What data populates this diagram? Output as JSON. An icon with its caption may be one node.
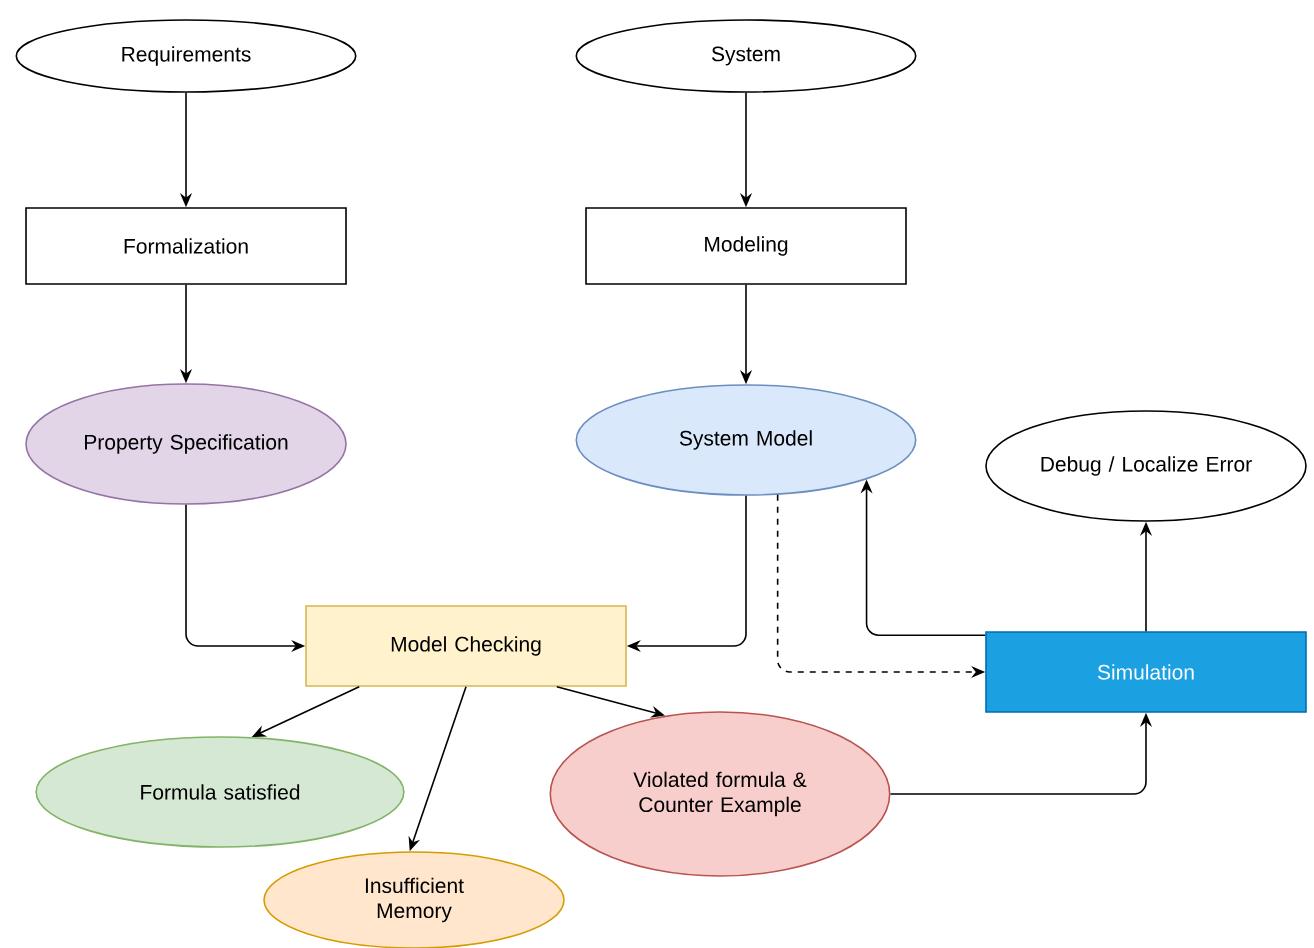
{
  "diagram": {
    "nodes": [
      {
        "text": [
          "Requirements"
        ]
      },
      {
        "text": [
          "System"
        ]
      },
      {
        "text": [
          "Formalization"
        ]
      },
      {
        "text": [
          "Modeling"
        ]
      },
      {
        "text": [
          "Property Specification"
        ]
      },
      {
        "text": [
          "System Model"
        ]
      },
      {
        "text": [
          "Debug / Localize Error"
        ]
      },
      {
        "text": [
          "Model Checking"
        ]
      },
      {
        "text": [
          "Simulation"
        ]
      },
      {
        "text": [
          "Formula satisfied"
        ]
      },
      {
        "text": [
          "Insufficient Memory"
        ]
      },
      {
        "text": [
          "Violated formula & Counter Example"
        ]
      }
    ],
    "edges": [
      {
        "from": 0,
        "to": 2,
        "arrow": "to"
      },
      {
        "from": 2,
        "to": 4,
        "arrow": "to"
      },
      {
        "from": 4,
        "to": 7,
        "arrow": "to"
      },
      {
        "from": 1,
        "to": 3,
        "arrow": "to"
      },
      {
        "from": 3,
        "to": 5,
        "arrow": "to"
      },
      {
        "from": 5,
        "to": 7,
        "arrow": "to"
      },
      {
        "from": 7,
        "to": 9,
        "arrow": "to"
      },
      {
        "from": 7,
        "to": 10,
        "arrow": "to"
      },
      {
        "from": 7,
        "to": 11,
        "arrow": "to"
      },
      {
        "from": 11,
        "to": 8,
        "arrow": "to"
      },
      {
        "from": 8,
        "to": 6,
        "arrow": "to"
      },
      {
        "from": 8,
        "to": 5,
        "arrow": "to"
      },
      {
        "from": 5,
        "to": 8,
        "arrow": "to",
        "style": "dashed"
      }
    ]
  }
}
